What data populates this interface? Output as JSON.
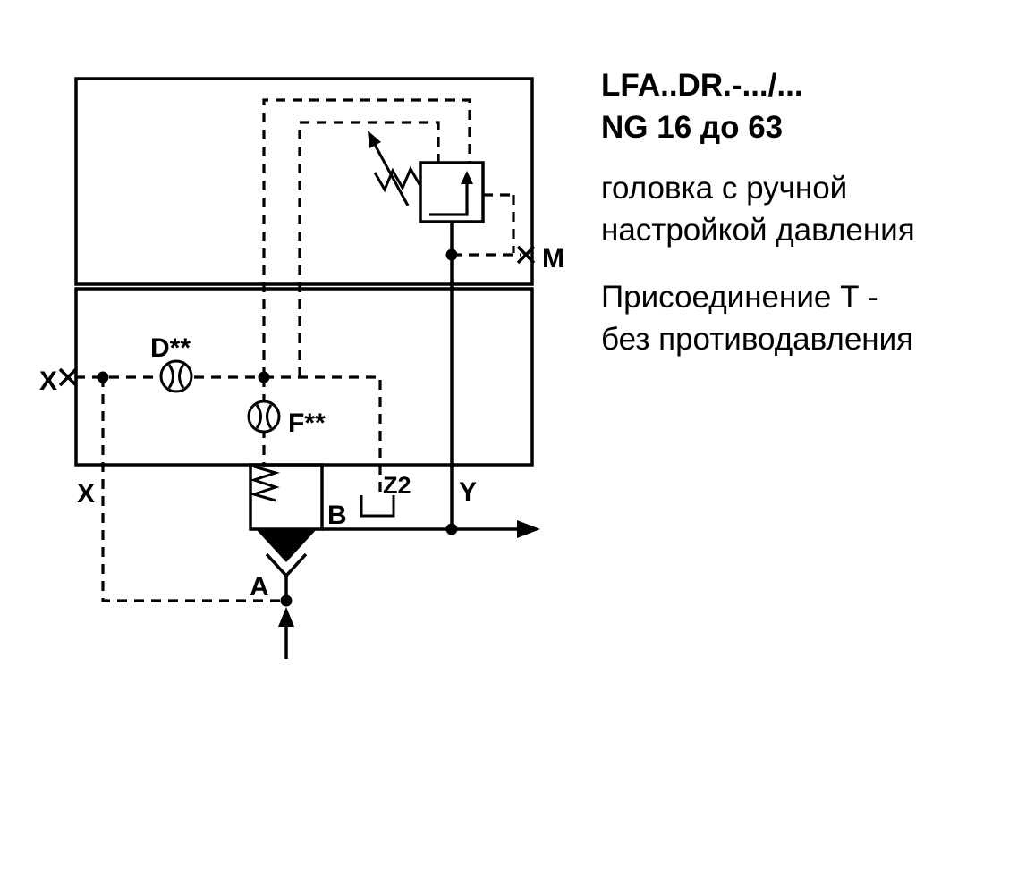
{
  "info_text": {
    "model": "LFA..DR.-.../...",
    "size": "NG 16 до 63",
    "desc_line1": "головка с ручной",
    "desc_line2": "настройкой давления",
    "desc_line3": "Присоединение Т -",
    "desc_line4": "без противодавления"
  },
  "diagram_labels": {
    "port_x": "X",
    "port_x_lower": "X",
    "orifice_d": "D**",
    "orifice_f": "F**",
    "port_b": "B",
    "port_z2": "Z2",
    "port_y": "Y",
    "port_m": "M",
    "port_a": "A"
  },
  "colors": {
    "line": "#000000",
    "background": "#ffffff"
  }
}
